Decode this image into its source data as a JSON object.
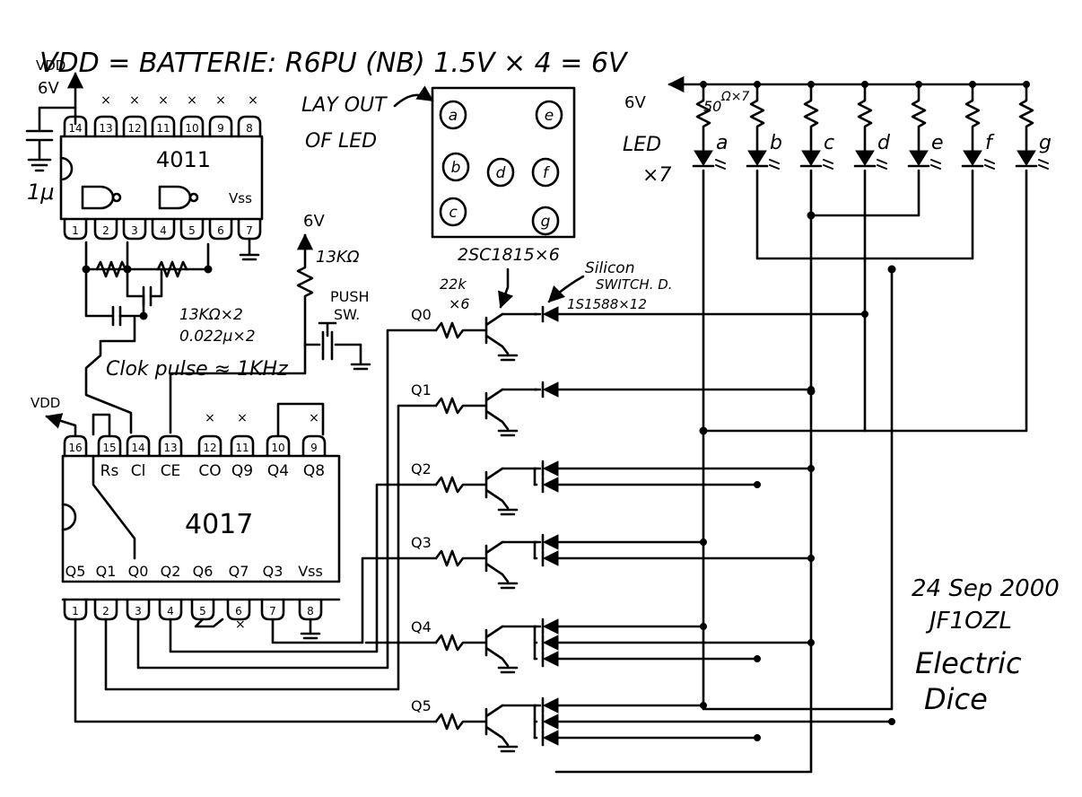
{
  "title": "VDD = BATTERIE: R6PU (NB) 1.5V × 4 = 6V",
  "vdd_label": "VDD",
  "v6": "6V",
  "cap_1u": "1μ",
  "chip_4011": {
    "name": "4011",
    "top_pins": [
      "14",
      "13",
      "12",
      "11",
      "10",
      "9",
      "8"
    ],
    "bottom_pins": [
      "1",
      "2",
      "3",
      "4",
      "5",
      "6",
      "7"
    ],
    "vss": "Vss",
    "nc_mark": "×"
  },
  "rc_note": [
    "13KΩ×2",
    "0.022μ×2"
  ],
  "clock_note": "Clok pulse ≈ 1KHz",
  "resistor_13k": "13KΩ",
  "push_sw": [
    "PUSH",
    "SW."
  ],
  "layout": {
    "label": [
      "LAY OUT",
      "OF LED"
    ],
    "leds": [
      "a",
      "e",
      "b",
      "d",
      "f",
      "c",
      "g"
    ]
  },
  "led_bank": {
    "resistor_label": [
      "50",
      "Ω×7"
    ],
    "led_label": [
      "LED",
      "×7"
    ],
    "letters": [
      "a",
      "b",
      "c",
      "d",
      "e",
      "f",
      "g"
    ]
  },
  "transistor_note": "2SC1815×6",
  "base_resistor_note": [
    "22k",
    "×6"
  ],
  "diode_note": [
    "Silicon",
    "SWITCH. D.",
    "1S1588×12"
  ],
  "transistors": [
    "Q0",
    "Q1",
    "Q2",
    "Q3",
    "Q4",
    "Q5"
  ],
  "chip_4017": {
    "name": "4017",
    "top_pins": [
      "16",
      "15",
      "14",
      "13",
      "12",
      "11",
      "10",
      "9"
    ],
    "top_labels": [
      "Rs",
      "Cl",
      "CE",
      "CO",
      "Q9",
      "Q4",
      "Q8"
    ],
    "bottom_pins": [
      "1",
      "2",
      "3",
      "4",
      "5",
      "6",
      "7",
      "8"
    ],
    "bottom_labels": [
      "Q5",
      "Q1",
      "Q0",
      "Q2",
      "Q6",
      "Q7",
      "Q3",
      "Vss"
    ],
    "nc_mark": "×"
  },
  "signature": {
    "date": "24 Sep 2000",
    "callsign": "JF1OZL",
    "project": [
      "Electric",
      "Dice"
    ]
  }
}
